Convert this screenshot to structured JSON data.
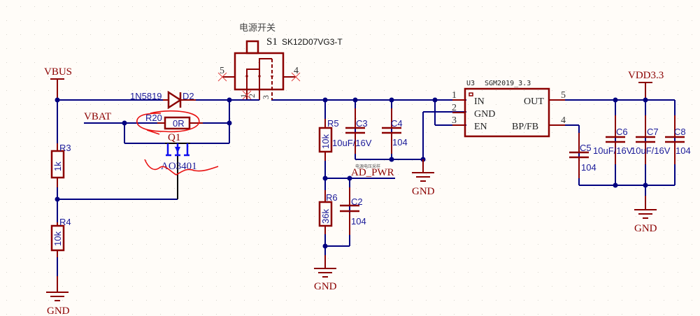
{
  "diagram": {
    "type": "schematic",
    "title_cn": "电源开关",
    "colors": {
      "background": "#fffcf8",
      "wire": "#000080",
      "component": "#8b0000",
      "designator": "#1a1a99",
      "annotation": "#e81010",
      "mosfet": "#1010ee"
    },
    "nets": {
      "vbus": "VBUS",
      "vbat": "VBAT",
      "vdd": "VDD3.3",
      "ad_pwr": "AD_PWR",
      "ad_pwr_note": "电源电压采样",
      "gnd": "GND"
    },
    "switch": {
      "designator": "S1",
      "part": "SK12D07VG3-T",
      "pins": [
        "1",
        "2",
        "3",
        "4",
        "5"
      ]
    },
    "diode": {
      "designator": "D2",
      "value": "1N5819"
    },
    "r20": {
      "designator": "R20",
      "value": "0R"
    },
    "q1": {
      "designator": "Q1",
      "value": "AO3401"
    },
    "r3": {
      "designator": "R3",
      "value": "1k"
    },
    "r4": {
      "designator": "R4",
      "value": "10k"
    },
    "r5": {
      "designator": "R5",
      "value": "10k"
    },
    "r6": {
      "designator": "R6",
      "value": "36k"
    },
    "c2": {
      "designator": "C2",
      "value": "104"
    },
    "c3": {
      "designator": "C3",
      "value": "10uF/16V"
    },
    "c4": {
      "designator": "C4",
      "value": "104"
    },
    "c5": {
      "designator": "C5",
      "value": "104"
    },
    "c6": {
      "designator": "C6",
      "value": "10uF/16V"
    },
    "c7": {
      "designator": "C7",
      "value": "10uF/16V"
    },
    "c8": {
      "designator": "C8",
      "value": "104"
    },
    "u3": {
      "designator": "U3",
      "part": "SGM2019_3.3",
      "pin_in": "IN",
      "pin_gnd": "GND",
      "pin_en": "EN",
      "pin_out": "OUT",
      "pin_bp": "BP/FB",
      "pin_numbers": [
        "1",
        "2",
        "3",
        "4",
        "5"
      ]
    }
  }
}
